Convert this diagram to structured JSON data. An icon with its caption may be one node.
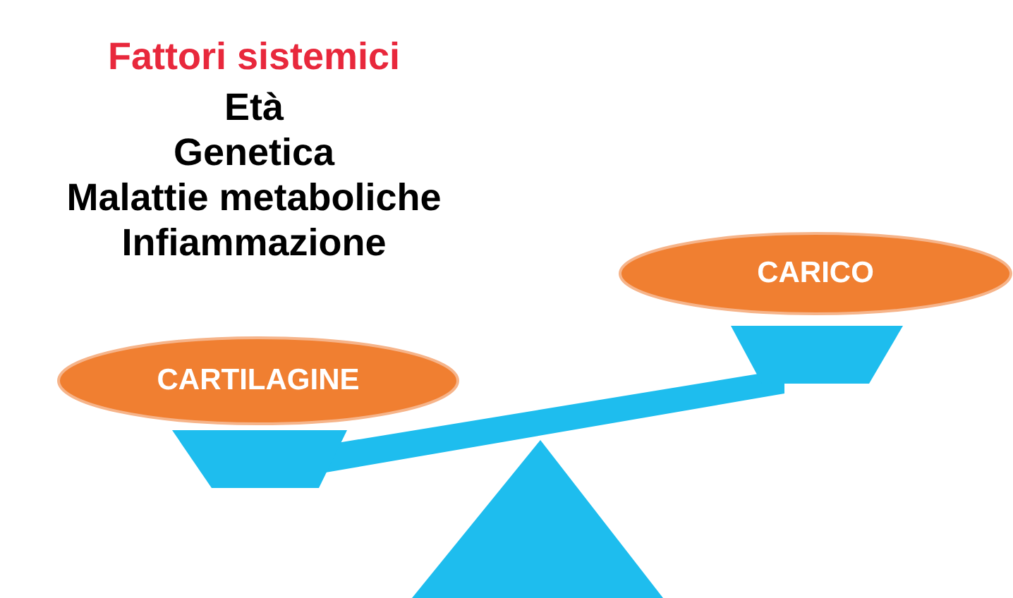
{
  "diagram": {
    "nodes": [
      {
        "text": [
          "CARTILAGINE"
        ]
      },
      {
        "text": [
          "CARICO"
        ]
      }
    ],
    "edges": [],
    "labels": [
      "Fattori sistemici",
      "Età",
      "Genetica",
      "Malattie metaboliche",
      "Infiammazione"
    ]
  }
}
